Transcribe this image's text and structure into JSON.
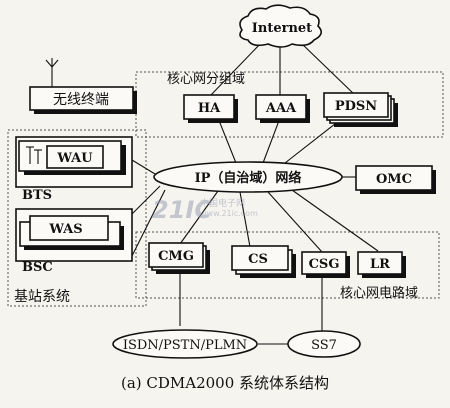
{
  "nodes": {
    "internet": "Internet",
    "wireless_terminal": "无线终端",
    "core_packet_domain": "核心网分组域",
    "ha": "HA",
    "aaa": "AAA",
    "pdsn": "PDSN",
    "wau": "WAU",
    "bts": "BTS",
    "was": "WAS",
    "bsc": "BSC",
    "ip_network": "IP（自治域）网络",
    "omc": "OMC",
    "cmg": "CMG",
    "cs": "CS",
    "csg": "CSG",
    "lr": "LR",
    "base_station_system": "基站系统",
    "core_circuit_domain": "核心网电路域",
    "isdn": "ISDN/PSTN/PLMN",
    "ss7": "SS7"
  },
  "watermark": {
    "logo": "21IC",
    "sub": "中国电子网",
    "url": "www.21ic.com"
  },
  "caption": "(a) CDMA2000 系统体系结构"
}
